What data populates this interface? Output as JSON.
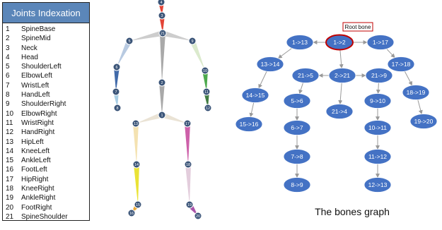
{
  "joints_table": {
    "title": "Joints Indexation",
    "rows": [
      {
        "num": "1",
        "name": "SpineBase"
      },
      {
        "num": "2",
        "name": "SpineMid"
      },
      {
        "num": "3",
        "name": "Neck"
      },
      {
        "num": "4",
        "name": "Head"
      },
      {
        "num": "5",
        "name": "ShoulderLeft"
      },
      {
        "num": "6",
        "name": "ElbowLeft"
      },
      {
        "num": "7",
        "name": "WristLeft"
      },
      {
        "num": "8",
        "name": "HandLeft"
      },
      {
        "num": "9",
        "name": "ShoulderRight"
      },
      {
        "num": "10",
        "name": "ElbowRight"
      },
      {
        "num": "11",
        "name": "WristRight"
      },
      {
        "num": "12",
        "name": "HandRight"
      },
      {
        "num": "13",
        "name": "HipLeft"
      },
      {
        "num": "14",
        "name": "KneeLeft"
      },
      {
        "num": "15",
        "name": "AnkleLeft"
      },
      {
        "num": "16",
        "name": "FootLeft"
      },
      {
        "num": "17",
        "name": "HipRight"
      },
      {
        "num": "18",
        "name": "KneeRight"
      },
      {
        "num": "19",
        "name": "AnkleRight"
      },
      {
        "num": "20",
        "name": "FootRight"
      },
      {
        "num": "21",
        "name": "SpineShoulder"
      }
    ]
  },
  "skeleton": {
    "joint_labels": [
      "4",
      "3",
      "21",
      "5",
      "9",
      "6",
      "10",
      "7",
      "11",
      "8",
      "12",
      "2",
      "1",
      "13",
      "17",
      "14",
      "18",
      "15",
      "19",
      "16",
      "20"
    ]
  },
  "bones_graph": {
    "caption": "The bones graph",
    "root_label": "Root bone",
    "nodes": [
      "1->13",
      "1->2",
      "1->17",
      "13->14",
      "17->18",
      "21->5",
      "2->21",
      "21->9",
      "14->15",
      "18->19",
      "5->6",
      "9->10",
      "21->4",
      "15->16",
      "19->20",
      "6->7",
      "10->11",
      "7->8",
      "11->12",
      "8->9",
      "12->13"
    ],
    "node_color": "#4472c4",
    "root_outline_color": "#c00000"
  }
}
